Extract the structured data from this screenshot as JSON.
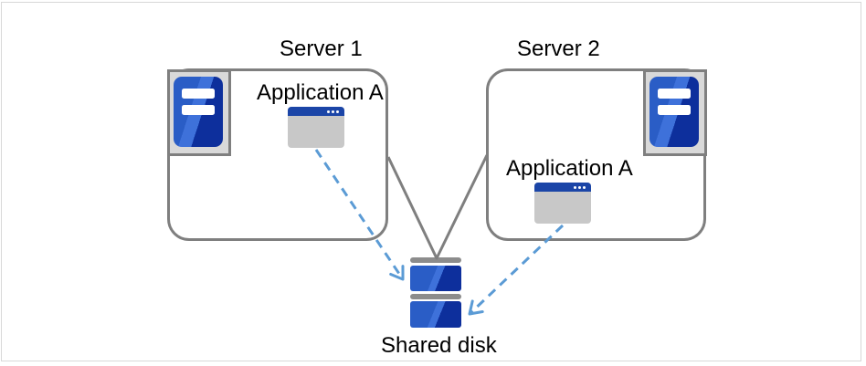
{
  "diagram": {
    "server1": {
      "title": "Server 1",
      "app_label": "Application A"
    },
    "server2": {
      "title": "Server 2",
      "app_label": "Application A"
    },
    "shared_disk": {
      "label": "Shared disk"
    },
    "connectors": [
      {
        "from": "Server 1",
        "to": "Shared disk",
        "style": "solid-gray-line"
      },
      {
        "from": "Server 2",
        "to": "Shared disk",
        "style": "solid-gray-line"
      },
      {
        "from": "Application A (Server 1)",
        "to": "Shared disk",
        "style": "dashed-blue-arrow"
      },
      {
        "from": "Application A (Server 2)",
        "to": "Shared disk",
        "style": "dashed-blue-arrow"
      }
    ]
  },
  "icons": {
    "server1": "server-tower-icon",
    "server2": "server-tower-icon",
    "app1": "application-window-icon",
    "app2": "application-window-icon",
    "disk": "disk-stack-icon"
  },
  "colors": {
    "line-gray": "#7f7f7f",
    "arrow-blue": "#5b9bd5",
    "icon-blue-mid": "#2a5dc6",
    "icon-blue-light": "#3e71da",
    "icon-blue-dark": "#0d2f9c",
    "titlebar-blue": "#1b45a7",
    "window-gray": "#c8c8c8",
    "icon-bg-gray": "#d9d9d9",
    "disk-cap-gray": "#8c8c8c",
    "canvas-border": "#d8d8d8",
    "text-black": "#000000"
  }
}
